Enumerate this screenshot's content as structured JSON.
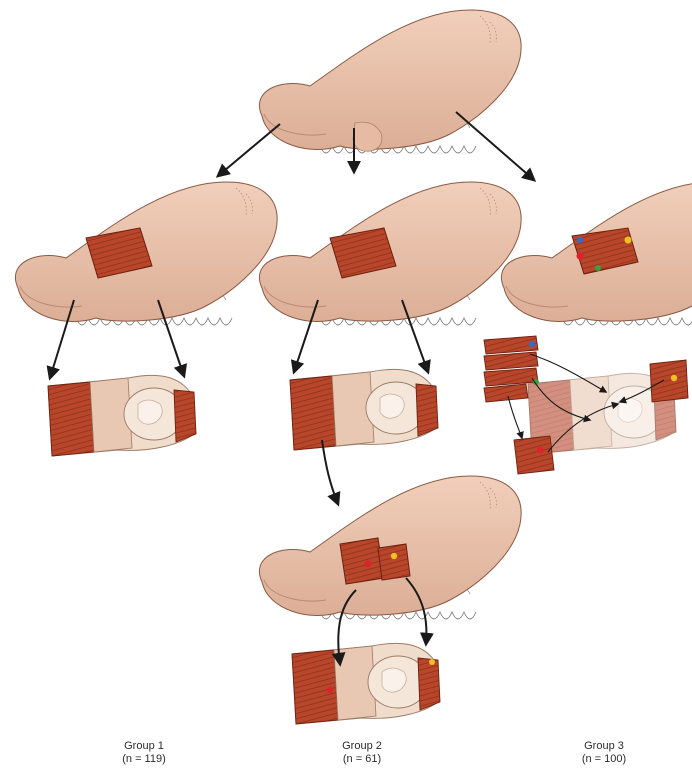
{
  "groups": [
    {
      "label": "Group 1",
      "count": "(n = 119)"
    },
    {
      "label": "Group 2",
      "count": "(n = 61)"
    },
    {
      "label": "Group 3",
      "count": "(n = 100)"
    }
  ],
  "colors": {
    "tongue": "#ecc4ad",
    "tongue_shadow": "#d9a68c",
    "tongue_outline": "#8a5a46",
    "muscle": "#b8462a",
    "muscle_dark": "#7a2614",
    "tumor": "#f2ddcc",
    "teeth": "#ffffff",
    "arrow": "#1a1a1a",
    "dot_red": "#e0202a",
    "dot_yellow": "#f0c020",
    "dot_blue": "#2a6fd0",
    "dot_green": "#3aa040"
  }
}
